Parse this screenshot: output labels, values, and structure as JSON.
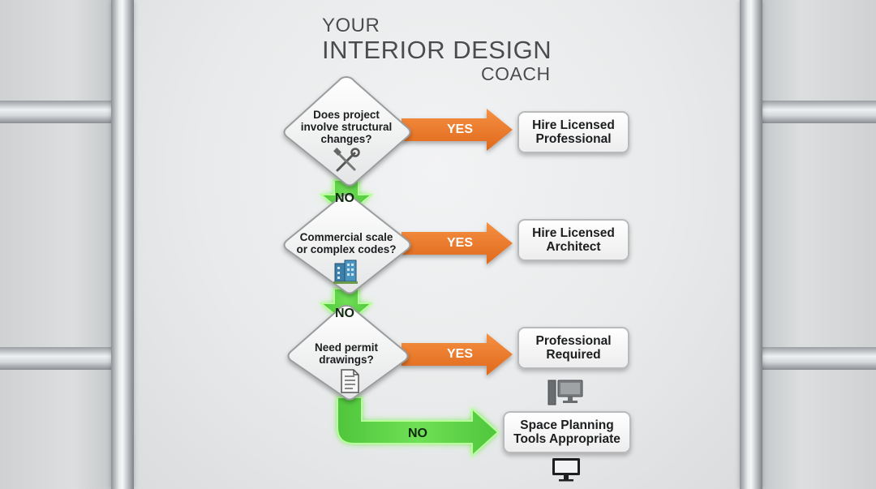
{
  "title": {
    "line1": "YOUR",
    "line2": "INTERIOR DESIGN",
    "line3": "COACH"
  },
  "decisions": [
    {
      "lines": [
        "Does project",
        "involve structural",
        "changes?"
      ],
      "icon": "tools-icon"
    },
    {
      "lines": [
        "Commercial scale",
        "or complex codes?"
      ],
      "icon": "building-icon"
    },
    {
      "lines": [
        "Need permit",
        "drawings?"
      ],
      "icon": "document-icon"
    }
  ],
  "outcomes": [
    {
      "lines": [
        "Hire Licensed",
        "Professional"
      ]
    },
    {
      "lines": [
        "Hire Licensed",
        "Architect"
      ]
    },
    {
      "lines": [
        "Professional",
        "Required"
      ]
    },
    {
      "lines": [
        "Space Planning",
        "Tools Appropriate"
      ]
    }
  ],
  "labels": {
    "yes": "YES",
    "no": "NO"
  },
  "colors": {
    "yes_arrow": "#f07a2a",
    "no_arrow": "#5fd34a",
    "no_glow": "#9cff7a"
  }
}
